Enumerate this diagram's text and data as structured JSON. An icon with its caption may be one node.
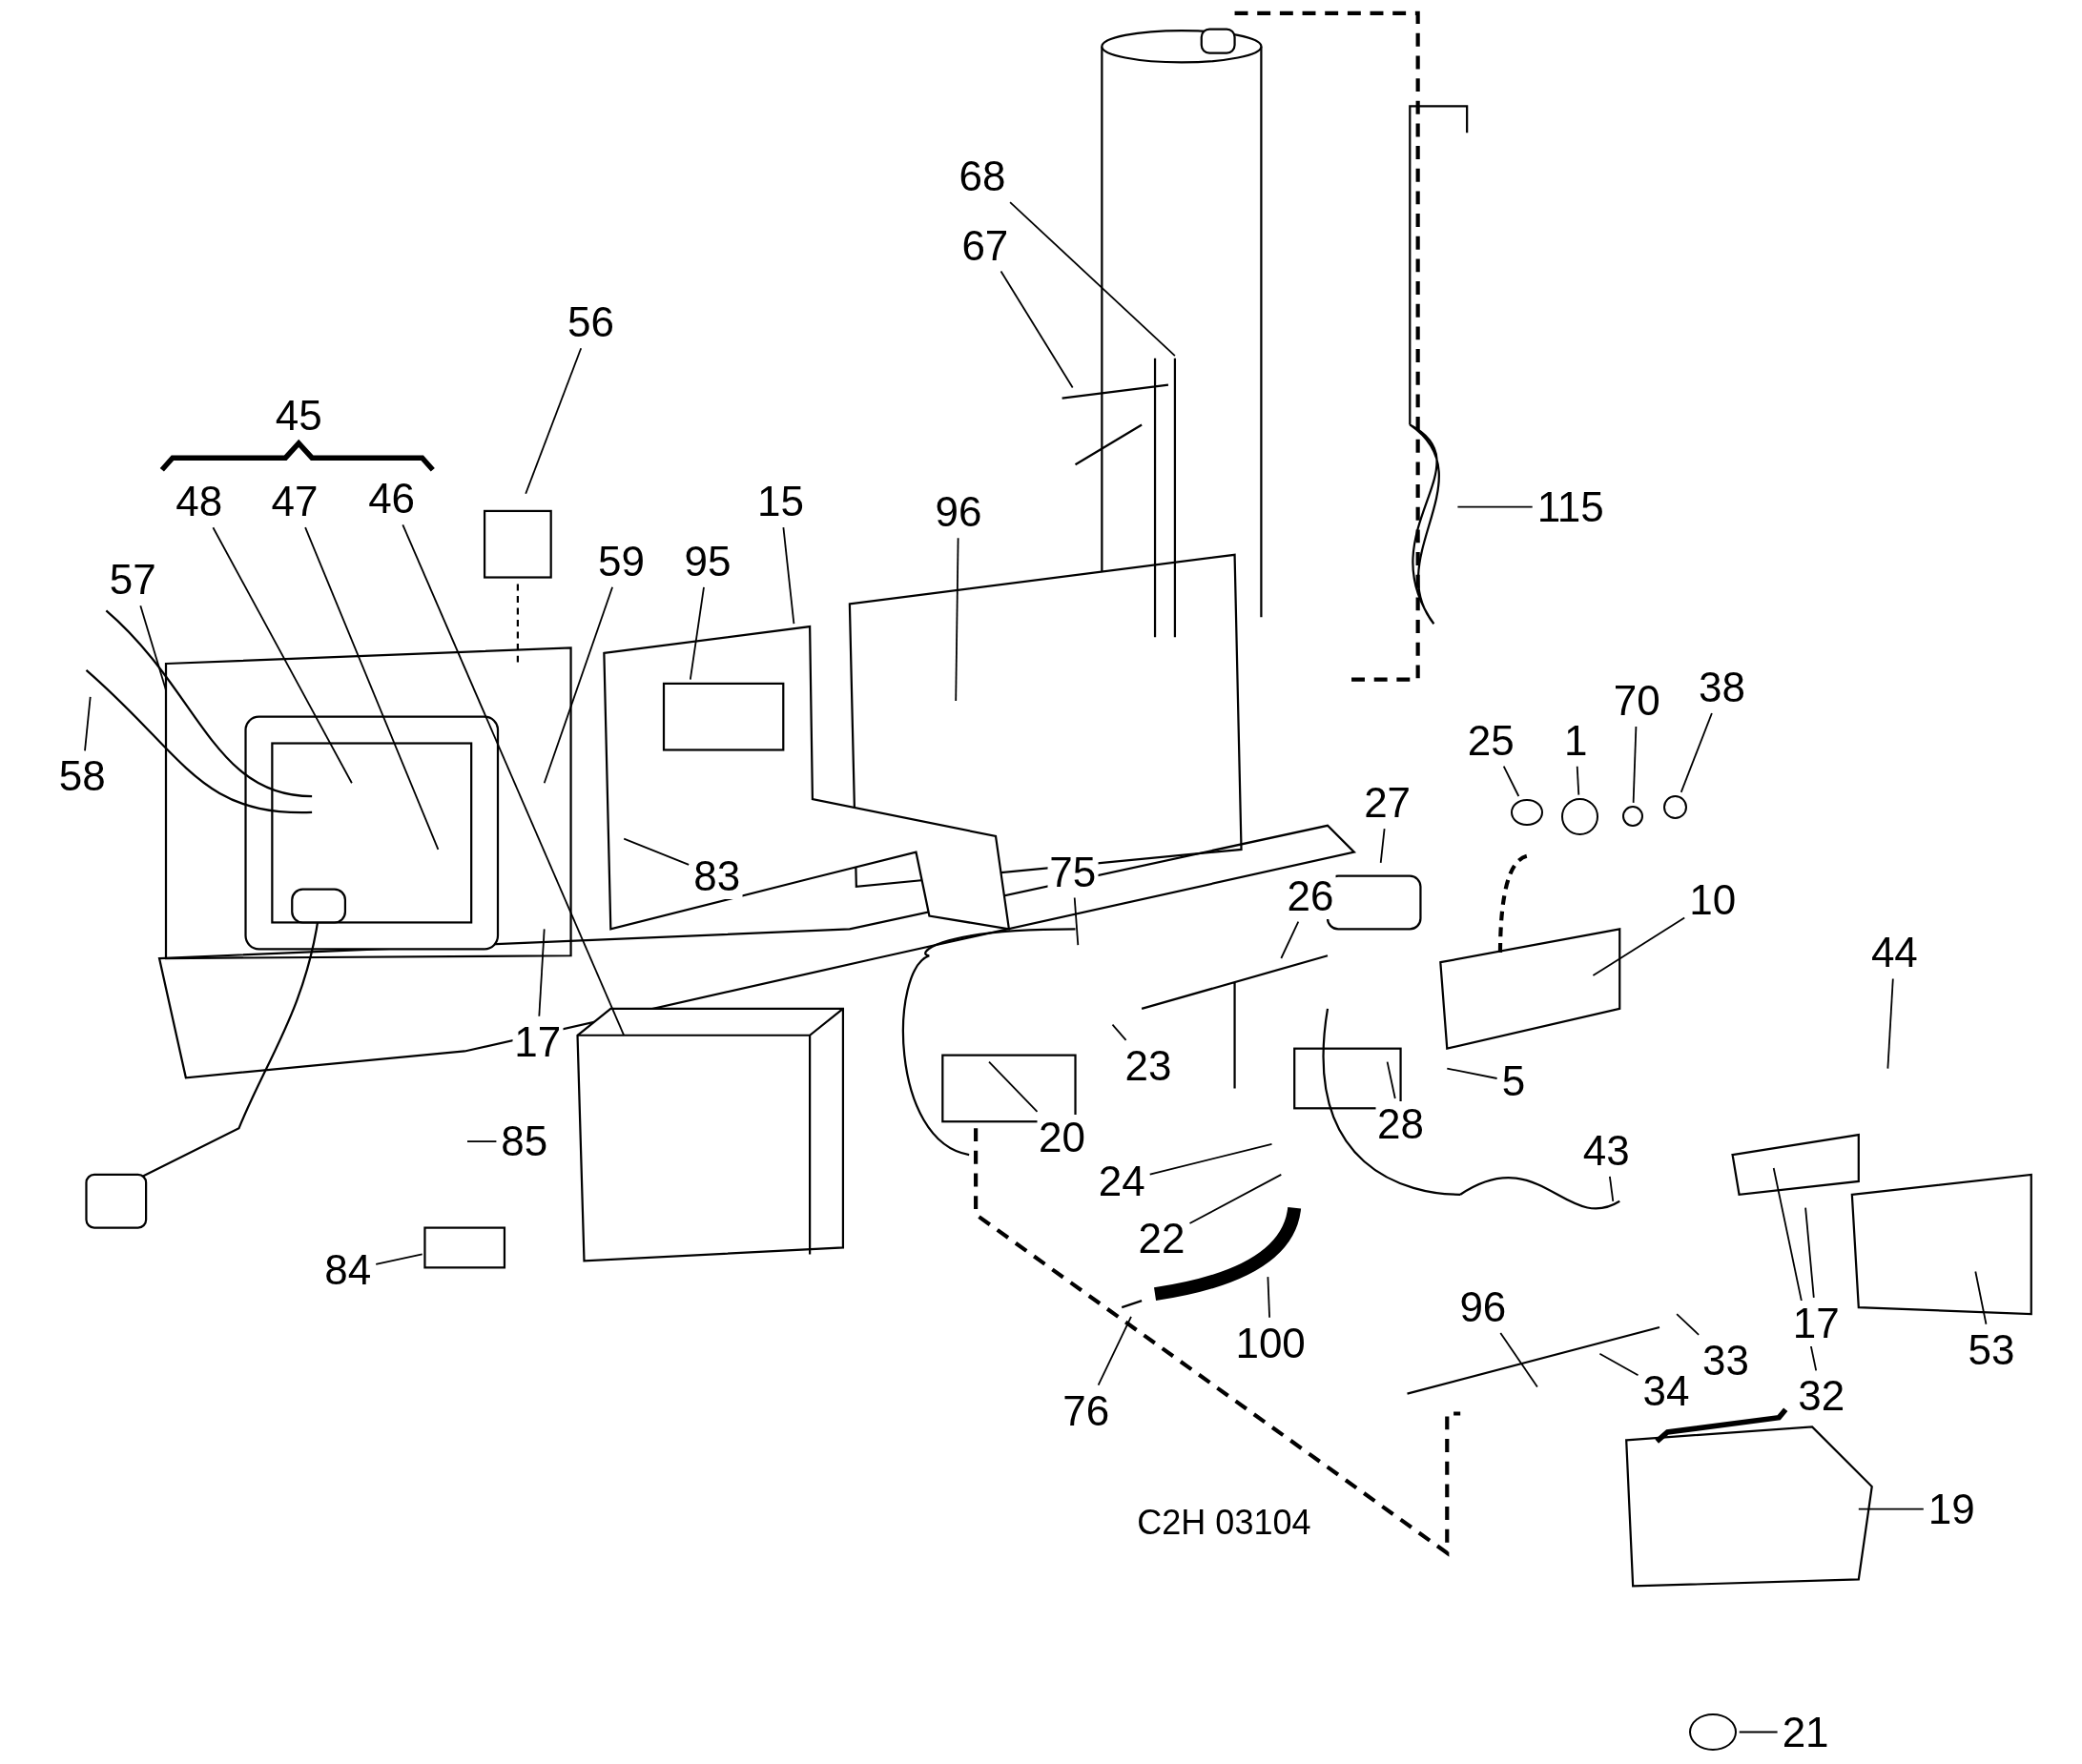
{
  "diagram": {
    "nodes": [
      {
        "text": [
          "68"
        ]
      },
      {
        "text": [
          "67"
        ]
      },
      {
        "text": [
          "56"
        ]
      },
      {
        "text": [
          "48"
        ]
      },
      {
        "text": [
          "47"
        ]
      },
      {
        "text": [
          "46"
        ]
      },
      {
        "text": [
          "15"
        ]
      },
      {
        "text": [
          "115"
        ]
      },
      {
        "text": [
          "96"
        ]
      },
      {
        "text": [
          "57"
        ]
      },
      {
        "text": [
          "59"
        ]
      },
      {
        "text": [
          "95"
        ]
      },
      {
        "text": [
          "25"
        ]
      },
      {
        "text": [
          "1"
        ]
      },
      {
        "text": [
          "70"
        ]
      },
      {
        "text": [
          "38"
        ]
      },
      {
        "text": [
          "58"
        ]
      },
      {
        "text": [
          "27"
        ]
      },
      {
        "text": [
          "83"
        ]
      },
      {
        "text": [
          "75"
        ]
      },
      {
        "text": [
          "26"
        ]
      },
      {
        "text": [
          "10"
        ]
      },
      {
        "text": [
          "44"
        ]
      },
      {
        "text": [
          "17"
        ]
      },
      {
        "text": [
          "23"
        ]
      },
      {
        "text": [
          "5"
        ]
      },
      {
        "text": [
          "20"
        ]
      },
      {
        "text": [
          "28"
        ]
      },
      {
        "text": [
          "85"
        ]
      },
      {
        "text": [
          "24"
        ]
      },
      {
        "text": [
          "43"
        ]
      },
      {
        "text": [
          "22"
        ]
      },
      {
        "text": [
          "84"
        ]
      },
      {
        "text": [
          "17"
        ]
      },
      {
        "text": [
          "96"
        ]
      },
      {
        "text": [
          "100"
        ]
      },
      {
        "text": [
          "53"
        ]
      },
      {
        "text": [
          "33"
        ]
      },
      {
        "text": [
          "34"
        ]
      },
      {
        "text": [
          "32"
        ]
      },
      {
        "text": [
          "76"
        ]
      },
      {
        "text": [
          "19"
        ]
      },
      {
        "text": [
          "21"
        ]
      },
      {
        "text": [],
        "shape": "circle"
      },
      {
        "text": [],
        "shape": "circle"
      },
      {
        "text": [],
        "shape": "circle"
      },
      {
        "text": [],
        "shape": "circle"
      },
      {
        "text": [],
        "shape": "circle"
      }
    ],
    "edges": [
      {
        "from": 0,
        "to": null,
        "arrow": "none"
      },
      {
        "from": 1,
        "to": null,
        "arrow": "none"
      },
      {
        "from": 2,
        "to": null,
        "arrow": "none"
      },
      {
        "from": 3,
        "to": null,
        "arrow": "none"
      },
      {
        "from": 4,
        "to": null,
        "arrow": "none"
      },
      {
        "from": 5,
        "to": null,
        "arrow": "none"
      },
      {
        "from": 6,
        "to": null,
        "arrow": "none"
      },
      {
        "from": 7,
        "to": null,
        "arrow": "none"
      },
      {
        "from": 8,
        "to": null,
        "arrow": "none"
      },
      {
        "from": 9,
        "to": null,
        "arrow": "none"
      },
      {
        "from": 10,
        "to": null,
        "arrow": "none"
      },
      {
        "from": 11,
        "to": null,
        "arrow": "none"
      },
      {
        "from": 12,
        "to": 43,
        "arrow": "none"
      },
      {
        "from": 13,
        "to": 44,
        "arrow": "none"
      },
      {
        "from": 14,
        "to": 45,
        "arrow": "none"
      },
      {
        "from": 15,
        "to": 46,
        "arrow": "none"
      },
      {
        "from": 16,
        "to": null,
        "arrow": "none"
      },
      {
        "from": 17,
        "to": null,
        "arrow": "none"
      },
      {
        "from": 18,
        "to": null,
        "arrow": "none"
      },
      {
        "from": 19,
        "to": null,
        "arrow": "none"
      },
      {
        "from": 20,
        "to": null,
        "arrow": "none"
      },
      {
        "from": 21,
        "to": null,
        "arrow": "none"
      },
      {
        "from": 22,
        "to": null,
        "arrow": "none"
      },
      {
        "from": 23,
        "to": null,
        "arrow": "none"
      },
      {
        "from": 24,
        "to": null,
        "arrow": "none"
      },
      {
        "from": 25,
        "to": null,
        "arrow": "none"
      },
      {
        "from": 26,
        "to": null,
        "arrow": "none"
      },
      {
        "from": 27,
        "to": null,
        "arrow": "none"
      },
      {
        "from": 28,
        "to": null,
        "arrow": "none"
      },
      {
        "from": 29,
        "to": null,
        "arrow": "none"
      },
      {
        "from": 30,
        "to": null,
        "arrow": "none"
      },
      {
        "from": 31,
        "to": null,
        "arrow": "none"
      },
      {
        "from": 32,
        "to": null,
        "arrow": "none"
      },
      {
        "from": 33,
        "to": null,
        "arrow": "none"
      },
      {
        "from": 34,
        "to": null,
        "arrow": "none"
      },
      {
        "from": 35,
        "to": null,
        "arrow": "none"
      },
      {
        "from": 36,
        "to": null,
        "arrow": "none"
      },
      {
        "from": 37,
        "to": null,
        "arrow": "none"
      },
      {
        "from": 38,
        "to": null,
        "arrow": "none"
      },
      {
        "from": 39,
        "to": null,
        "arrow": "none"
      },
      {
        "from": 40,
        "to": null,
        "arrow": "none"
      },
      {
        "from": 41,
        "to": null,
        "arrow": "none"
      },
      {
        "from": 42,
        "to": 47,
        "arrow": "none"
      }
    ],
    "labels": [
      "45",
      "C2H 03104"
    ]
  }
}
